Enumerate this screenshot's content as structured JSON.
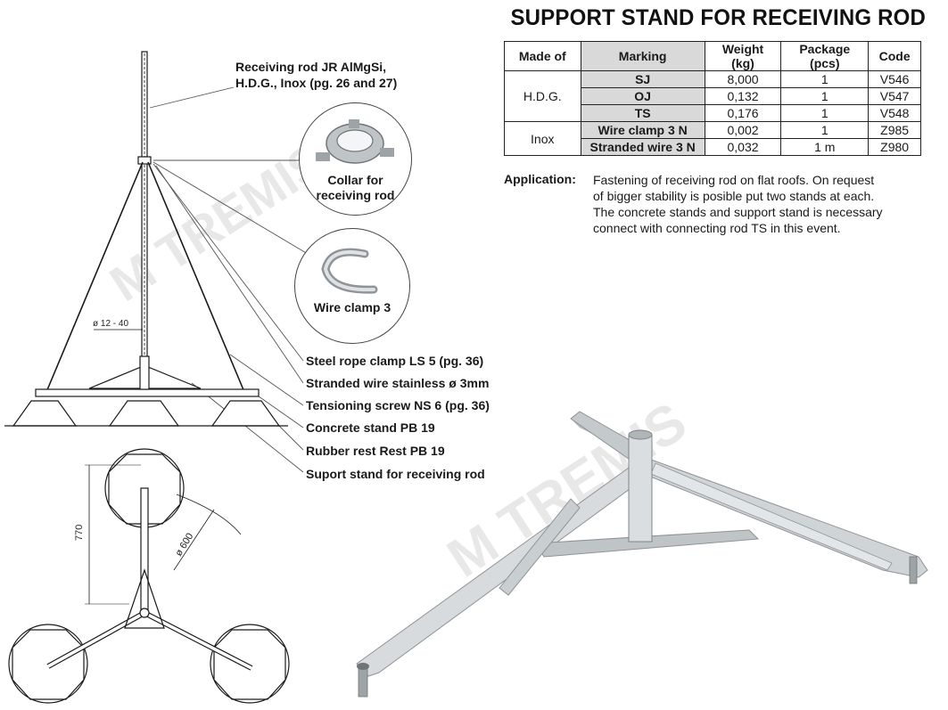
{
  "title": "SUPPORT STAND FOR RECEIVING ROD",
  "table": {
    "headers": [
      "Made of",
      "Marking",
      "Weight (kg)",
      "Package (pcs)",
      "Code"
    ],
    "groups": [
      {
        "material": "H.D.G.",
        "rows": [
          {
            "marking": "SJ",
            "weight": "8,000",
            "package": "1",
            "code": "V546"
          },
          {
            "marking": "OJ",
            "weight": "0,132",
            "package": "1",
            "code": "V547"
          },
          {
            "marking": "TS",
            "weight": "0,176",
            "package": "1",
            "code": "V548"
          }
        ]
      },
      {
        "material": "Inox",
        "rows": [
          {
            "marking": "Wire clamp 3 N",
            "weight": "0,002",
            "package": "1",
            "code": "Z985"
          },
          {
            "marking": "Stranded wire 3 N",
            "weight": "0,032",
            "package": "1 m",
            "code": "Z980"
          }
        ]
      }
    ]
  },
  "application": {
    "label": "Application:",
    "lines": [
      "Fastening of receiving rod on flat roofs. On request",
      "of bigger stability is posible put two stands at each.",
      "The concrete stands and support stand is necessary",
      "connect with connecting rod TS in this event."
    ]
  },
  "callouts": {
    "rod_line1": "Receiving rod JR AlMgSi,",
    "rod_line2": "H.D.G., Inox (pg. 26 and 27)",
    "collar_line1": "Collar for",
    "collar_line2": "receiving rod",
    "wire_clamp": "Wire clamp 3",
    "steel_rope_clamp": "Steel rope clamp LS  5 (pg. 36)",
    "stranded_wire": "Stranded wire stainless ø 3mm",
    "tensioning_screw": "Tensioning screw NS 6 (pg. 36)",
    "concrete_stand": "Concrete stand PB 19",
    "rubber_rest": "Rubber rest Rest PB 19",
    "support_stand": "Suport stand for receiving rod"
  },
  "dimensions": {
    "rod_diameter": "ø 12 - 40",
    "height": "770",
    "base_diameter": "ø 600"
  },
  "colors": {
    "line": "#1a1a1a",
    "table_shade": "#d9d9d9",
    "metal_light": "#d7dbdd",
    "metal_dark": "#8e9497",
    "watermark": "#e6e6e6"
  }
}
